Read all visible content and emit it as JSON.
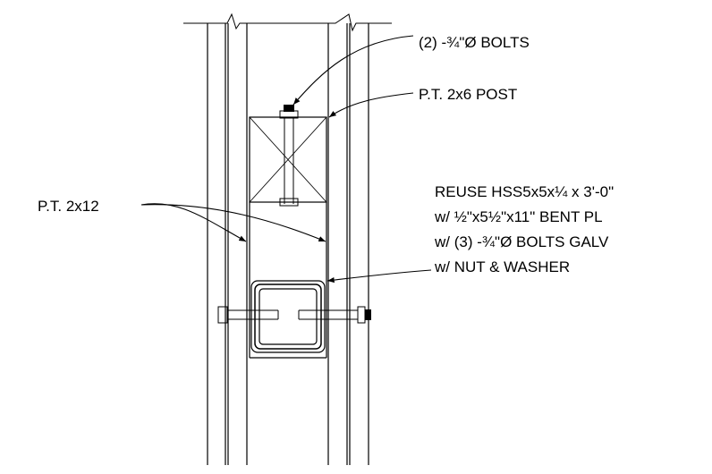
{
  "labels": {
    "bolts_top": "(2) -¾\"Ø BOLTS",
    "post": "P.T. 2x6 POST",
    "side_board": "P.T. 2x12",
    "hss_line1": "REUSE HSS5x5x¼ x 3'-0\"",
    "hss_line2": "w/ ½\"x5½\"x11\" BENT PL",
    "hss_line3": "w/ (3) -¾\"Ø BOLTS GALV",
    "hss_line4": "w/ NUT & WASHER"
  },
  "colors": {
    "line": "#000000",
    "background": "#ffffff"
  }
}
